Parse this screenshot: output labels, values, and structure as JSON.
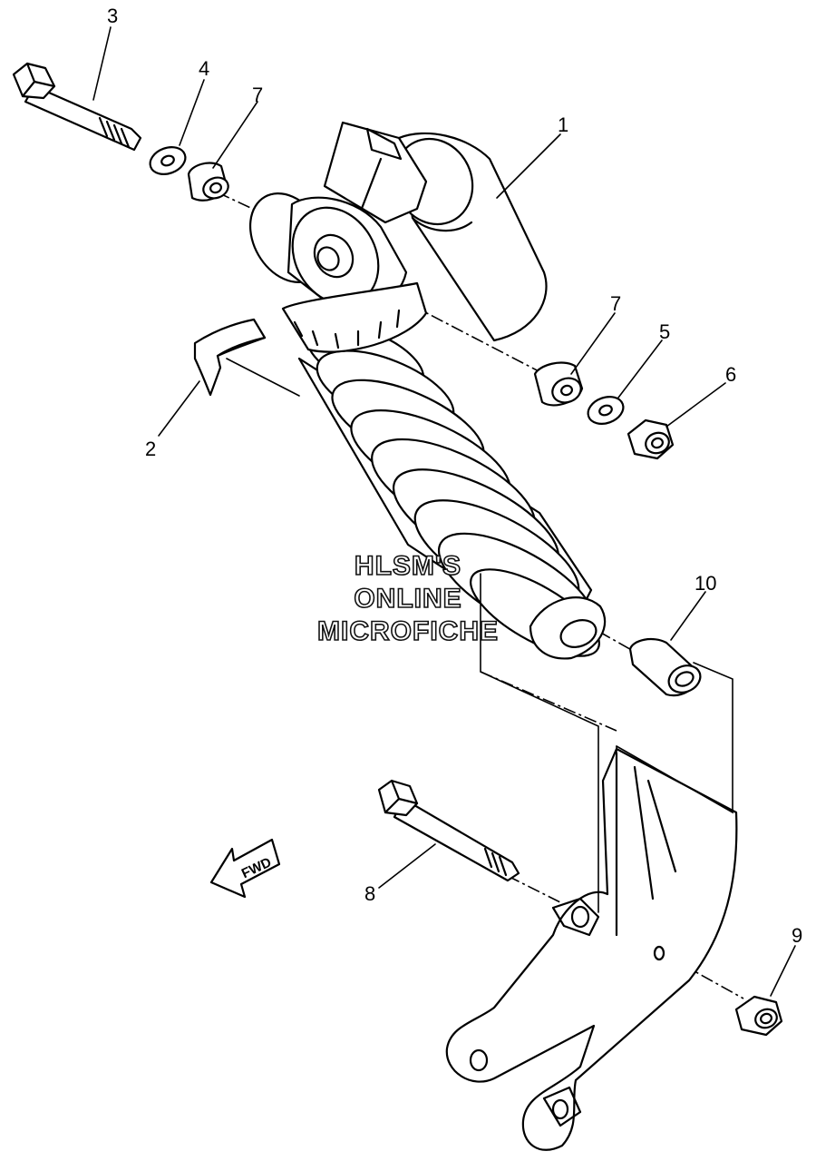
{
  "diagram": {
    "callouts": [
      {
        "id": "1",
        "label": "1"
      },
      {
        "id": "2",
        "label": "2"
      },
      {
        "id": "3",
        "label": "3"
      },
      {
        "id": "4",
        "label": "4"
      },
      {
        "id": "5",
        "label": "5"
      },
      {
        "id": "6",
        "label": "6"
      },
      {
        "id": "7a",
        "label": "7"
      },
      {
        "id": "7b",
        "label": "7"
      },
      {
        "id": "8",
        "label": "8"
      },
      {
        "id": "9",
        "label": "9"
      },
      {
        "id": "10",
        "label": "10"
      }
    ],
    "fwd_label": "FWD"
  },
  "watermark": {
    "line1": "HLSM'S",
    "line2": "ONLINE",
    "line3": "MICROFICHE"
  }
}
